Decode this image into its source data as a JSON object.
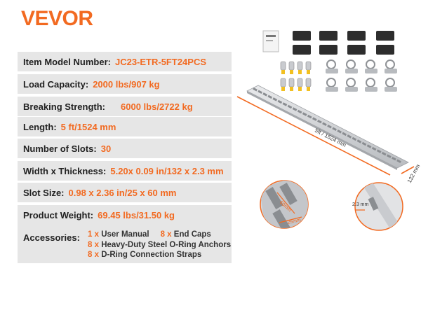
{
  "brand": {
    "logo": "VEVOR",
    "accent_color": "#f26a21"
  },
  "specs": [
    {
      "label": "Item Model Number:",
      "value": "JC23-ETR-5FT24PCS"
    },
    {
      "label": "Load Capacity:",
      "value": "2000 lbs/907 kg"
    },
    {
      "label": "Breaking Strength:",
      "value": "6000 lbs/2722 kg"
    },
    {
      "label": "Length:",
      "value": "5 ft/1524 mm"
    },
    {
      "label": "Number of Slots:",
      "value": "30"
    },
    {
      "label": "Width x Thickness:",
      "value": "5.20x 0.09 in/132 x 2.3 mm"
    },
    {
      "label": "Slot Size:",
      "value": "0.98  x 2.36 in/25 x 60 mm"
    },
    {
      "label": "Product Weight:",
      "value": "69.45 lbs/31.50 kg"
    }
  ],
  "accessories": {
    "label": "Accessories:",
    "line1_a_qty": "1 x",
    "line1_a_name": "User Manual",
    "line1_b_qty": "8 x",
    "line1_b_name": "End Caps",
    "line2_qty": "8 x",
    "line2_name": "Heavy-Duty Steel O-Ring Anchors",
    "line3_qty": "8 x",
    "line3_name": "D-Ring Connection Straps"
  },
  "dimensions": {
    "length": "5ft / 1524 mm",
    "width": "132 mm",
    "slot_height": "60mm",
    "slot_width": "25mm",
    "thickness": "2.3 mm"
  }
}
